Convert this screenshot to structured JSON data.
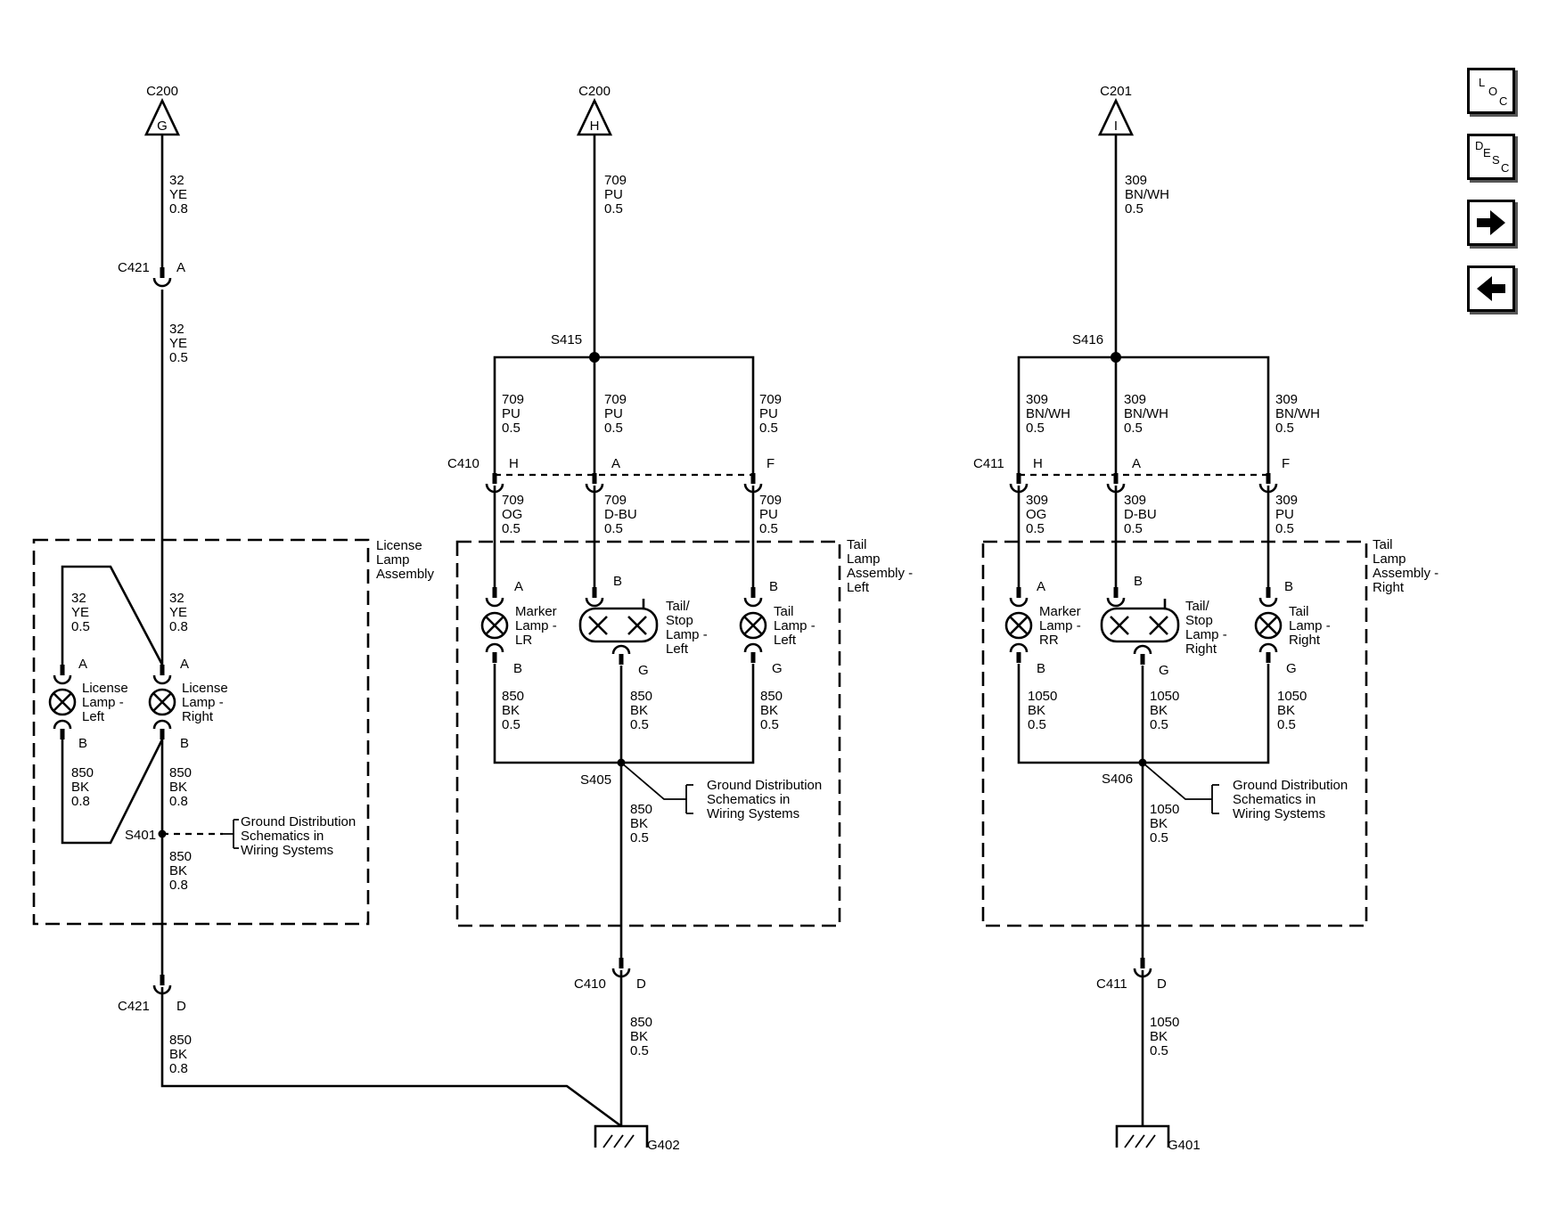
{
  "nav": {
    "loc": [
      "L",
      "O",
      "C"
    ],
    "desc": [
      "D",
      "E",
      "S",
      "C"
    ],
    "next_icon": "arrow-right-icon",
    "prev_icon": "arrow-left-icon"
  },
  "circuits": {
    "lic": {
      "top_conn": "C200",
      "top_pin": "G",
      "w1": [
        "32",
        "YE",
        "0.8"
      ],
      "c421a": "C421",
      "c421a_pin": "A",
      "w2": [
        "32",
        "YE",
        "0.5"
      ],
      "assembly": [
        "License",
        "Lamp",
        "Assembly"
      ],
      "wl": [
        "32",
        "YE",
        "0.5"
      ],
      "wr": [
        "32",
        "YE",
        "0.8"
      ],
      "left_pin_a": "A",
      "right_pin_a": "A",
      "left_lamp": [
        "License",
        "Lamp -",
        "Left"
      ],
      "right_lamp": [
        "License",
        "Lamp -",
        "Right"
      ],
      "left_pin_b": "B",
      "right_pin_b": "B",
      "wlb": [
        "850",
        "BK",
        "0.8"
      ],
      "wrb": [
        "850",
        "BK",
        "0.8"
      ],
      "splice": "S401",
      "ground_ref": [
        "Ground Distribution",
        "Schematics in",
        "Wiring Systems"
      ],
      "w3": [
        "850",
        "BK",
        "0.8"
      ],
      "c421d": "C421",
      "c421d_pin": "D",
      "w4": [
        "850",
        "BK",
        "0.8"
      ]
    },
    "left": {
      "top_conn": "C200",
      "top_pin": "H",
      "w1": [
        "709",
        "PU",
        "0.5"
      ],
      "splice_top": "S415",
      "wa": [
        "709",
        "PU",
        "0.5"
      ],
      "wb": [
        "709",
        "PU",
        "0.5"
      ],
      "wc": [
        "709",
        "PU",
        "0.5"
      ],
      "conn": "C410",
      "pins": [
        "H",
        "A",
        "F"
      ],
      "wa2": [
        "709",
        "OG",
        "0.5"
      ],
      "wb2": [
        "709",
        "D-BU",
        "0.5"
      ],
      "wc2": [
        "709",
        "PU",
        "0.5"
      ],
      "assembly": [
        "Tail",
        "Lamp",
        "Assembly -",
        "Left"
      ],
      "marker_pin_top": "A",
      "tail_stop_pin_top": "B",
      "tail_pin_top": "B",
      "marker_lamp": [
        "Marker",
        "Lamp -",
        "LR"
      ],
      "tail_stop_lamp": [
        "Tail/",
        "Stop",
        "Lamp -",
        "Left"
      ],
      "tail_lamp": [
        "Tail",
        "Lamp -",
        "Left"
      ],
      "marker_pin_bot": "B",
      "tail_stop_pin_bot": "G",
      "tail_pin_bot": "G",
      "wg1": [
        "850",
        "BK",
        "0.5"
      ],
      "wg2": [
        "850",
        "BK",
        "0.5"
      ],
      "wg3": [
        "850",
        "BK",
        "0.5"
      ],
      "splice_bot": "S405",
      "ground_ref": [
        "Ground Distribution",
        "Schematics in",
        "Wiring Systems"
      ],
      "wg4": [
        "850",
        "BK",
        "0.5"
      ],
      "conn2": "C410",
      "conn2_pin": "D",
      "wg5": [
        "850",
        "BK",
        "0.5"
      ],
      "ground": "G402"
    },
    "right": {
      "top_conn": "C201",
      "top_pin": "I",
      "w1": [
        "309",
        "BN/WH",
        "0.5"
      ],
      "splice_top": "S416",
      "wa": [
        "309",
        "BN/WH",
        "0.5"
      ],
      "wb": [
        "309",
        "BN/WH",
        "0.5"
      ],
      "wc": [
        "309",
        "BN/WH",
        "0.5"
      ],
      "conn": "C411",
      "pins": [
        "H",
        "A",
        "F"
      ],
      "wa2": [
        "309",
        "OG",
        "0.5"
      ],
      "wb2": [
        "309",
        "D-BU",
        "0.5"
      ],
      "wc2": [
        "309",
        "PU",
        "0.5"
      ],
      "assembly": [
        "Tail",
        "Lamp",
        "Assembly -",
        "Right"
      ],
      "marker_pin_top": "A",
      "tail_stop_pin_top": "B",
      "tail_pin_top": "B",
      "marker_lamp": [
        "Marker",
        "Lamp -",
        "RR"
      ],
      "tail_stop_lamp": [
        "Tail/",
        "Stop",
        "Lamp -",
        "Right"
      ],
      "tail_lamp": [
        "Tail",
        "Lamp -",
        "Right"
      ],
      "marker_pin_bot": "B",
      "tail_stop_pin_bot": "G",
      "tail_pin_bot": "G",
      "wg1": [
        "1050",
        "BK",
        "0.5"
      ],
      "wg2": [
        "1050",
        "BK",
        "0.5"
      ],
      "wg3": [
        "1050",
        "BK",
        "0.5"
      ],
      "splice_bot": "S406",
      "ground_ref": [
        "Ground Distribution",
        "Schematics in",
        "Wiring Systems"
      ],
      "wg4": [
        "1050",
        "BK",
        "0.5"
      ],
      "conn2": "C411",
      "conn2_pin": "D",
      "wg5": [
        "1050",
        "BK",
        "0.5"
      ],
      "ground": "G401"
    }
  }
}
